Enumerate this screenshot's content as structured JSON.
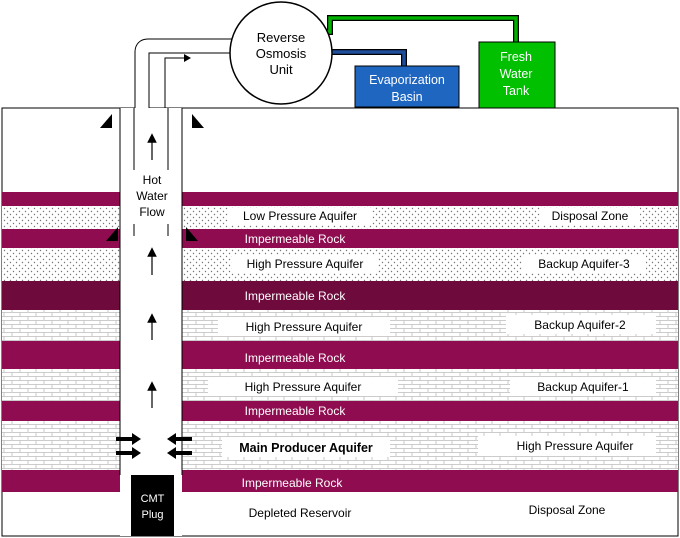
{
  "units": {
    "reverse_osmosis": "Reverse Osmosis Unit",
    "evaporation_basin": "Evaporization Basin",
    "fresh_water_tank": "Fresh Water Tank"
  },
  "well": {
    "flow_label": "Hot Water Flow",
    "plug_label": "CMT Plug"
  },
  "layers": {
    "low_pressure_aquifer": "Low Pressure Aquifer",
    "disposal_zone_top": "Disposal Zone",
    "impermeable_1": "Impermeable Rock",
    "high_pressure_aquifer_1": "High Pressure Aquifer",
    "backup_aquifer_3": "Backup  Aquifer-3",
    "impermeable_2": "Impermeable Rock",
    "high_pressure_aquifer_2": "High Pressure Aquifer",
    "backup_aquifer_2": "Backup Aquifer-2",
    "impermeable_3": "Impermeable Rock",
    "high_pressure_aquifer_3": "High Pressure Aquifer",
    "backup_aquifer_1": "Backup  Aquifer-1",
    "impermeable_4": "Impermeable Rock",
    "main_producer": "Main Producer Aquifer",
    "high_pressure_aquifer_4": "High Pressure Aquifer",
    "impermeable_5": "Impermeable Rock",
    "depleted_reservoir": "Depleted Reservoir",
    "disposal_zone_bottom": "Disposal Zone"
  },
  "colors": {
    "impermeable": "#8e0c4f",
    "impermeable_dark": "#6e0a3c",
    "evaporation_basin": "#1f66c1",
    "fresh_water_tank": "#00c000",
    "pipe_blue": "#1f4e9c",
    "pipe_green": "#00b000"
  }
}
